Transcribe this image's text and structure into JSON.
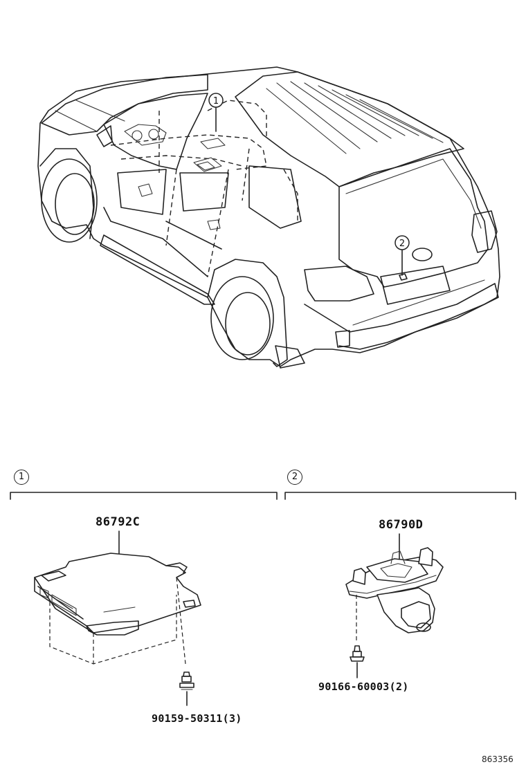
{
  "callouts": {
    "c1": "1",
    "c2": "2"
  },
  "sections": [
    {
      "marker": "1",
      "part_number": "86792C",
      "fastener": "90159-50311(3)"
    },
    {
      "marker": "2",
      "part_number": "86790D",
      "fastener": "90166-60003(2)"
    }
  ],
  "reference_code": "863356"
}
